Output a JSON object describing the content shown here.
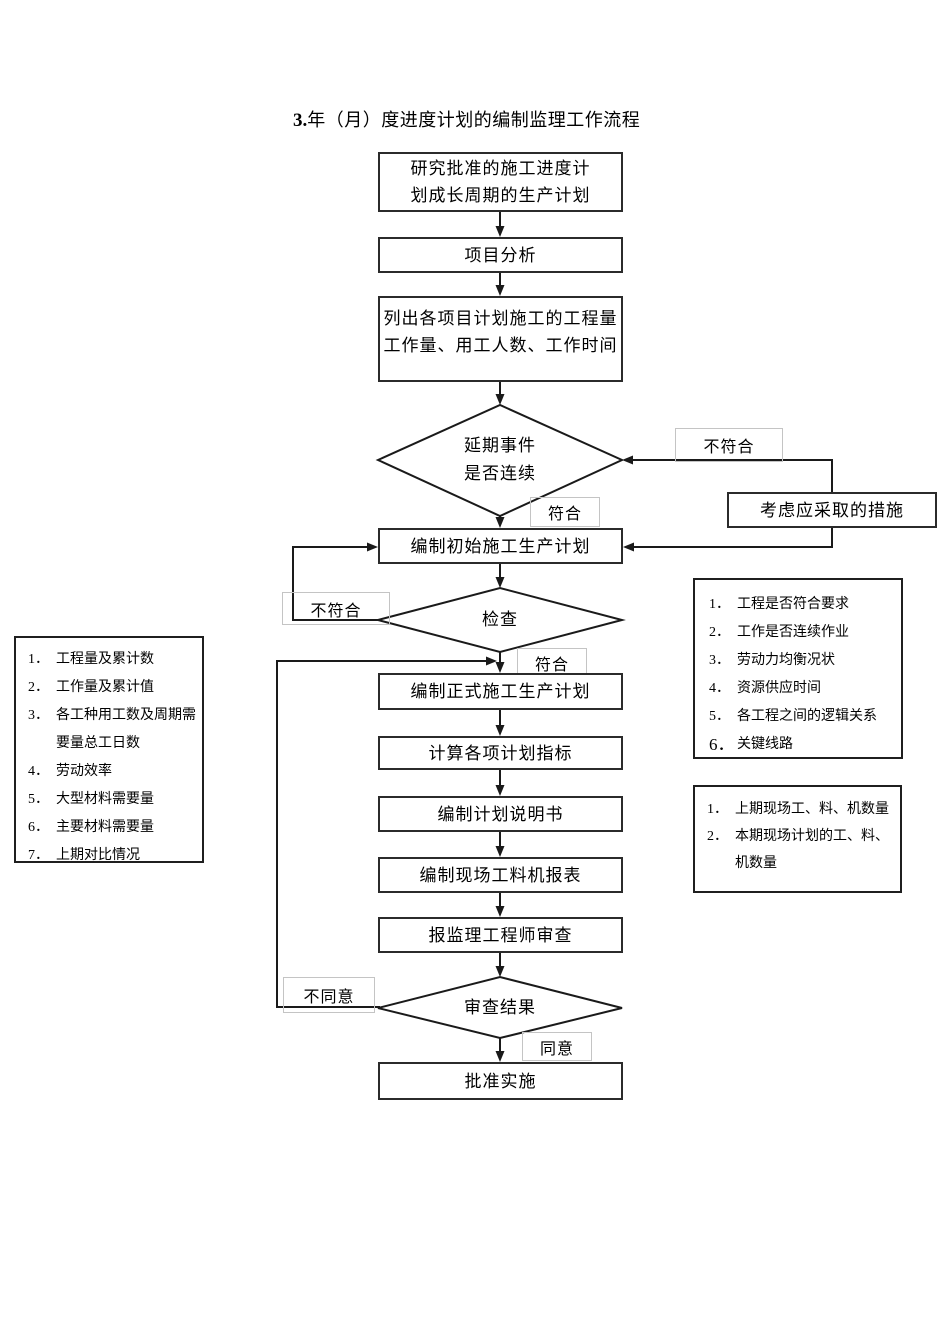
{
  "title": {
    "number": "3.",
    "text": "年（月）度进度计划的编制监理工作流程"
  },
  "flow": {
    "study": {
      "lines": [
        "研究批准的施工进度计",
        "划成长周期的生产计划"
      ]
    },
    "analysis": "项目分析",
    "list": {
      "lines": [
        "列出各项目计划施工的工程量",
        "工作量、用工人数、工作时间"
      ]
    },
    "delay_decision": {
      "lines": [
        "延期事件",
        "是否连续"
      ]
    },
    "measures": "考虑应采取的措施",
    "initial_plan": "编制初始施工生产计划",
    "check": "检查",
    "formal_plan": "编制正式施工生产计划",
    "calc_indicators": "计算各项计划指标",
    "plan_manual": "编制计划说明书",
    "site_report": "编制现场工料机报表",
    "engineer_review": "报监理工程师审查",
    "review_result": "审查结果",
    "approve": "批准实施"
  },
  "labels": {
    "not_conform_top": "不符合",
    "conform_top": "符合",
    "not_conform_mid": "不符合",
    "conform_mid": "符合",
    "disagree": "不同意",
    "agree": "同意"
  },
  "left_panel": {
    "items": [
      {
        "num": "1．",
        "text": "工程量及累计数"
      },
      {
        "num": "2．",
        "text": "工作量及累计值"
      },
      {
        "num": "3．",
        "text": "各工种用工数及周期需要量总工日数"
      },
      {
        "num": "4．",
        "text": "劳动效率"
      },
      {
        "num": "5．",
        "text": "大型材料需要量"
      },
      {
        "num": "6．",
        "text": "主要材料需要量"
      },
      {
        "num": "7．",
        "text": "上期对比情况"
      }
    ]
  },
  "right_panel_top": {
    "items": [
      {
        "num": "1．",
        "text": "工程是否符合要求"
      },
      {
        "num": "2．",
        "text": "工作是否连续作业"
      },
      {
        "num": "3．",
        "text": "劳动力均衡况状"
      },
      {
        "num": "4．",
        "text": "资源供应时间"
      },
      {
        "num": "5．",
        "text": "各工程之间的逻辑关系"
      },
      {
        "num": "6．",
        "text": "关键线路"
      }
    ]
  },
  "right_panel_bottom": {
    "items": [
      {
        "num": "1．",
        "text": "上期现场工、料、机数量"
      },
      {
        "num": "2．",
        "text": "本期现场计划的工、料、机数量"
      }
    ]
  }
}
